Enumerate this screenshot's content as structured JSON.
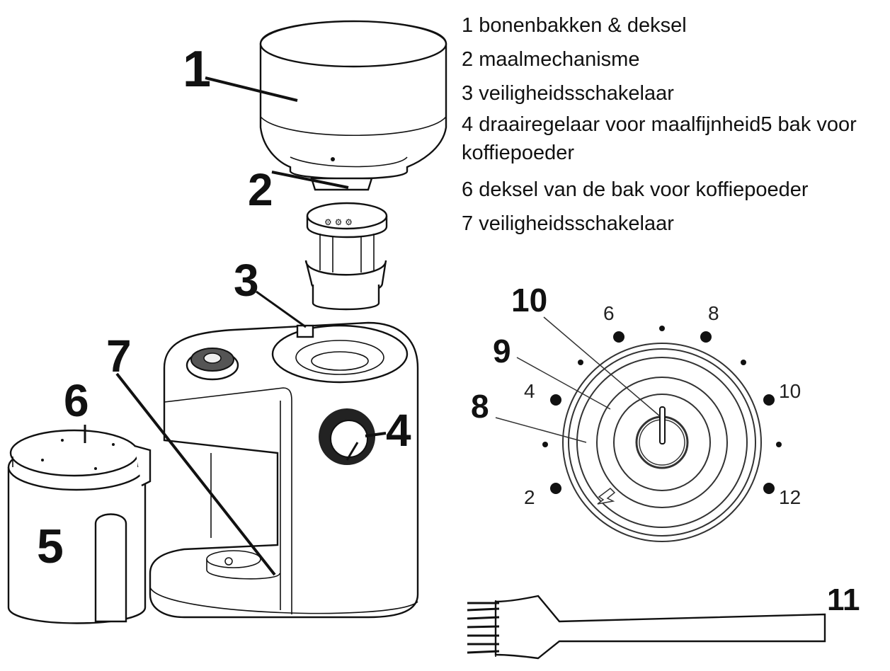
{
  "legend": [
    {
      "number": "1",
      "text": "bonenbakken & deksel"
    },
    {
      "number": "2",
      "text": "maalmechanisme"
    },
    {
      "number": "3",
      "text": "veiligheidsschakelaar"
    },
    {
      "number": "4",
      "text": "draairegelaar voor maalfijnheid5 bak voor koffiepoeder"
    },
    {
      "number": "6",
      "text": "deksel van de bak voor koffiepoeder"
    },
    {
      "number": "7",
      "text": "veiligheidsschakelaar"
    }
  ],
  "callouts": {
    "c1": "1",
    "c2": "2",
    "c3": "3",
    "c4": "4",
    "c5": "5",
    "c6": "6",
    "c7": "7",
    "c8": "8",
    "c9": "9",
    "c10": "10",
    "c11": "11"
  },
  "dial_numbers": {
    "n2": "2",
    "n4": "4",
    "n6": "6",
    "n8": "8",
    "n10": "10",
    "n12": "12"
  }
}
